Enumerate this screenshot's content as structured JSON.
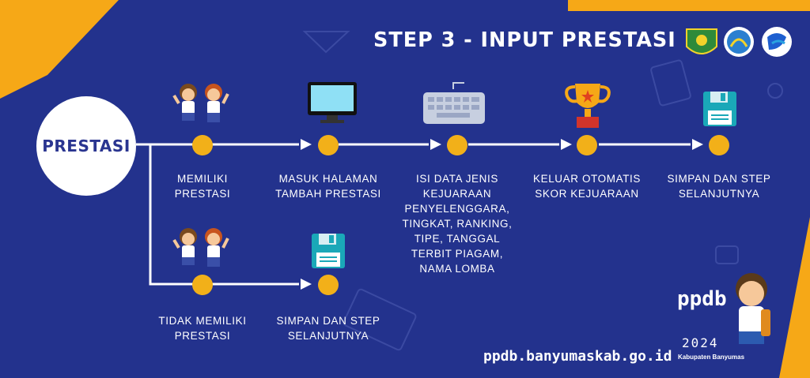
{
  "title": "STEP 3  -  INPUT PRESTASI",
  "hub_label": "PRESTASI",
  "steps_top": [
    {
      "label": "MEMILIKI\nPRESTASI",
      "icon": "kids-icon"
    },
    {
      "label": "MASUK HALAMAN\nTAMBAH PRESTASI",
      "icon": "monitor-icon"
    },
    {
      "label": "ISI DATA JENIS\nKEJUARAAN\nPENYELENGGARA,\nTINGKAT, RANKING,\nTIPE, TANGGAL\nTERBIT PIAGAM,\nNAMA LOMBA",
      "icon": "keyboard-icon"
    },
    {
      "label": "KELUAR OTOMATIS\nSKOR KEJUARAAN",
      "icon": "trophy-icon"
    },
    {
      "label": "SIMPAN DAN STEP\nSELANJUTNYA",
      "icon": "floppy-disk-icon"
    }
  ],
  "steps_bottom": [
    {
      "label": "TIDAK MEMILIKI\nPRESTASI",
      "icon": "kids-icon"
    },
    {
      "label": "SIMPAN DAN STEP\nSELANJUTNYA",
      "icon": "floppy-disk-icon"
    }
  ],
  "footer": {
    "url": "ppdb.banyumaskab.go.id",
    "logo_year": "2024",
    "logo_region": "Kabupaten Banyumas",
    "logo_letters": "ppdb"
  },
  "colors": {
    "background": "#23328d",
    "accent": "#f6a817",
    "dot": "#f2b019",
    "text": "#ffffff"
  }
}
